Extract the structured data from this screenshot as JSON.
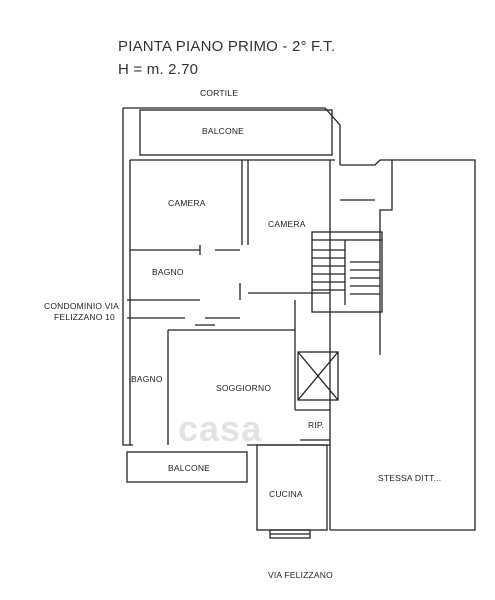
{
  "header": {
    "title_line1": "PIANTA PIANO PRIMO - 2° F.T.",
    "title_line2": "H = m. 2.70"
  },
  "labels": {
    "courtyard": "CORTILE",
    "balcony_top": "BALCONE",
    "room1": "CAMERA",
    "room2": "CAMERA",
    "bath1": "BAGNO",
    "bath2": "BAGNO",
    "living": "SOGGIORNO",
    "storage": "RIP.",
    "balcony_bottom": "BALCONE",
    "kitchen": "CUCINA",
    "neighbor_line1": "CONDOMINIO VIA",
    "neighbor_line2": "FELIZZANO 10",
    "same_owner": "STESSA DITT...",
    "street": "VIA FELIZZANO"
  },
  "watermark": "casa"
}
